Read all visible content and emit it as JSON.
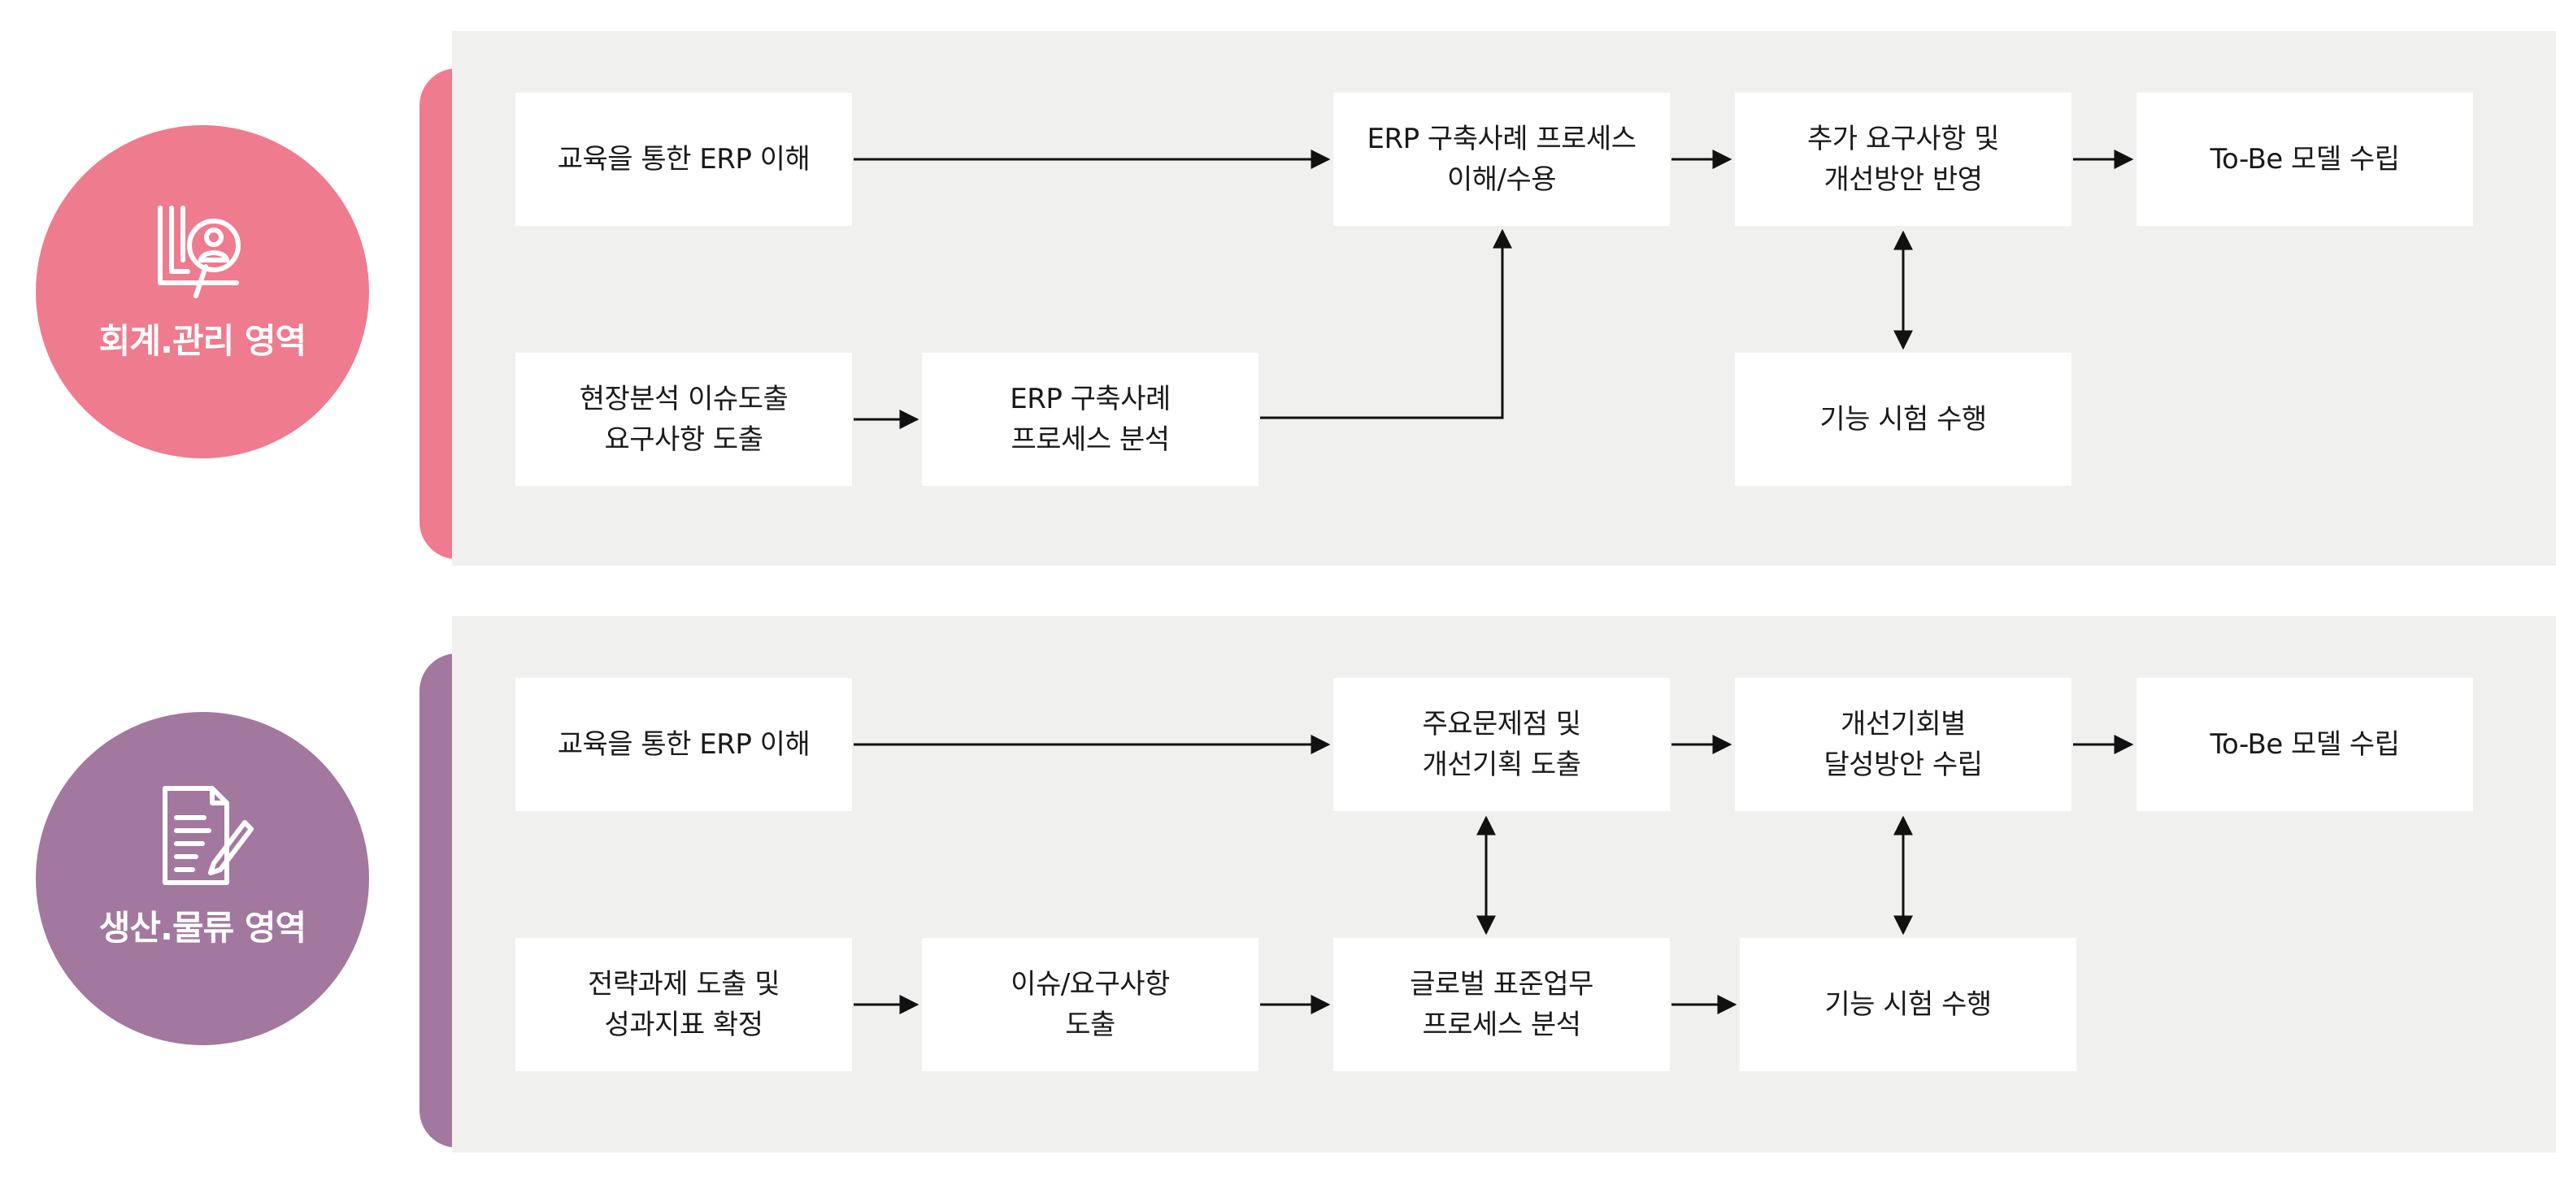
{
  "colors": {
    "accounting": "#ef7b8e",
    "logistics": "#a2789f",
    "panel": "#f0f0ef",
    "box": "#ffffff",
    "arrow": "#111111"
  },
  "accounting": {
    "title": "회계.관리 영역",
    "icon": "education-magnifier-icon",
    "boxes": {
      "edu": [
        "교육을 통한 ERP 이해"
      ],
      "case_understand": [
        "ERP 구축사례 프로세스",
        "이해/수용"
      ],
      "requirements": [
        "추가 요구사항 및",
        "개선방안 반영"
      ],
      "tobe": [
        "To-Be 모델 수립"
      ],
      "field": [
        "현장분석 이슈도출",
        "요구사항 도출"
      ],
      "case_analysis": [
        "ERP 구축사례",
        "프로세스 분석"
      ],
      "test": [
        "기능 시험 수행"
      ]
    }
  },
  "logistics": {
    "title": "생산.물류 영역",
    "icon": "document-pen-icon",
    "boxes": {
      "edu": [
        "교육을 통한 ERP 이해"
      ],
      "problems": [
        "주요문제점 및",
        "개선기획 도출"
      ],
      "opportunity": [
        "개선기회별",
        "달성방안 수립"
      ],
      "tobe": [
        "To-Be 모델 수립"
      ],
      "strategy": [
        "전략과제 도출 및",
        "성과지표 확정"
      ],
      "issues": [
        "이슈/요구사항",
        "도출"
      ],
      "global": [
        "글로벌 표준업무",
        "프로세스 분석"
      ],
      "test": [
        "기능 시험 수행"
      ]
    }
  }
}
